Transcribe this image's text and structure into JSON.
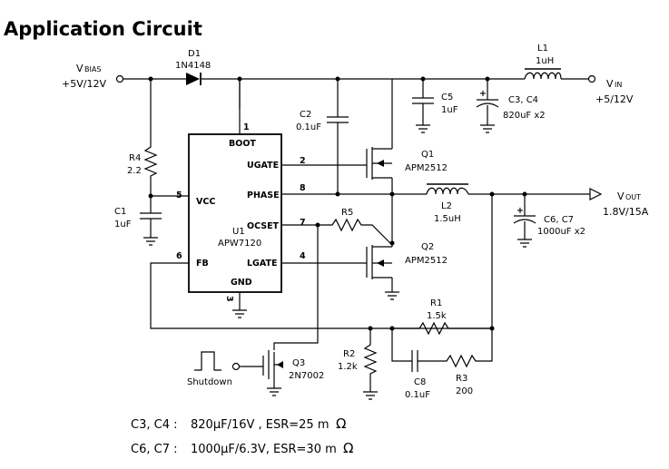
{
  "title": "Application Circuit",
  "vbias": {
    "label": "V",
    "sub": "BIAS",
    "value": "+5V/12V"
  },
  "vin": {
    "label": "V",
    "sub": "IN",
    "value": "+5/12V"
  },
  "vout": {
    "label": "V",
    "sub": "OUT",
    "value": "1.8V/15A"
  },
  "ic": {
    "ref": "U1",
    "part": "APW7120",
    "pins": {
      "boot": "BOOT",
      "ugate": "UGATE",
      "phase": "PHASE",
      "vcc": "VCC",
      "ocset": "OCSET",
      "fb": "FB",
      "lgate": "LGATE",
      "gnd": "GND"
    },
    "pin_numbers": {
      "boot": "1",
      "ugate": "2",
      "phase": "8",
      "vcc": "5",
      "ocset": "7",
      "fb": "6",
      "lgate": "4",
      "gnd": "3"
    }
  },
  "components": {
    "d1": {
      "ref": "D1",
      "value": "1N4148"
    },
    "l1": {
      "ref": "L1",
      "value": "1uH"
    },
    "c5": {
      "ref": "C5",
      "value": "1uF"
    },
    "c34": {
      "ref": "C3, C4",
      "value": "820uF x2"
    },
    "c2": {
      "ref": "C2",
      "value": "0.1uF"
    },
    "q1": {
      "ref": "Q1",
      "value": "APM2512"
    },
    "r4": {
      "ref": "R4",
      "value": "2.2"
    },
    "c1": {
      "ref": "C1",
      "value": "1uF"
    },
    "l2": {
      "ref": "L2",
      "value": "1.5uH"
    },
    "c67": {
      "ref": "C6, C7",
      "value": "1000uF x2"
    },
    "r5": {
      "ref": "R5"
    },
    "q2": {
      "ref": "Q2",
      "value": "APM2512"
    },
    "r1": {
      "ref": "R1",
      "value": "1.5k"
    },
    "r2": {
      "ref": "R2",
      "value": "1.2k"
    },
    "c8": {
      "ref": "C8",
      "value": "0.1uF"
    },
    "r3": {
      "ref": "R3",
      "value": "200"
    },
    "q3": {
      "ref": "Q3",
      "value": "2N7002"
    }
  },
  "shutdown_label": "Shutdown",
  "notes": [
    {
      "label": "C3, C4 :",
      "text": "820µF/16V , ESR=25 m",
      "unit": "Ω"
    },
    {
      "label": "C6, C7 :",
      "text": "1000µF/6.3V, ESR=30 m",
      "unit": "Ω"
    }
  ]
}
